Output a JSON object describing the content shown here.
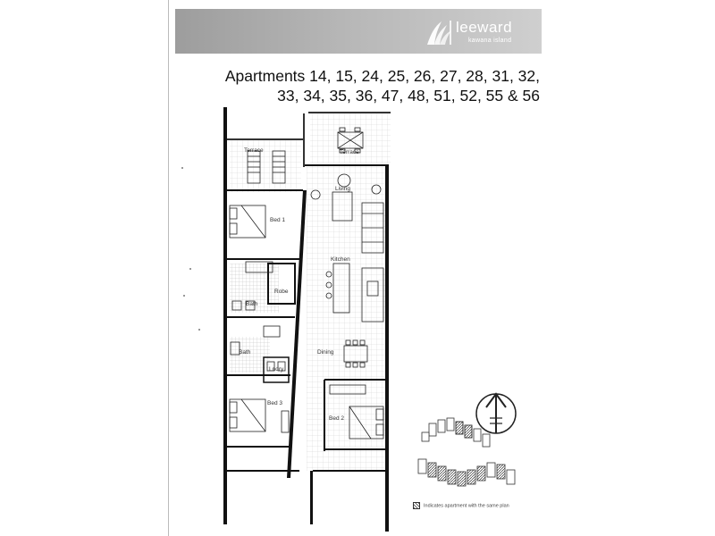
{
  "brand": {
    "name": "leeward",
    "location": "kawana island"
  },
  "title": {
    "line1": "Apartments 14, 15, 24, 25, 26, 27, 28, 31, 32,",
    "line2": "33, 34, 35, 36, 47, 48, 51, 52, 55 & 56"
  },
  "rooms": {
    "terrace_left": "Terrace",
    "terrace_right": "Terrace",
    "living": "Living",
    "bed1": "Bed 1",
    "kitchen": "Kitchen",
    "robe": "Robe",
    "bath1": "Bath",
    "dining": "Dining",
    "bath2": "Bath",
    "laundry": "Lndry",
    "bed3": "Bed 3",
    "bed2": "Bed 2"
  },
  "legend": {
    "text": "Indicates apartment with the same plan"
  },
  "colors": {
    "header_band": "#b0b0b0",
    "wall": "#111111",
    "tile_grid": "#c9c9c9"
  }
}
